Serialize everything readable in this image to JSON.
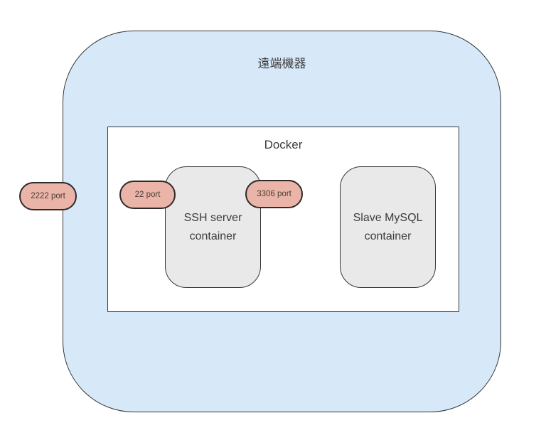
{
  "diagram": {
    "remote_machine": {
      "label": "遠端機器"
    },
    "docker": {
      "label": "Docker"
    },
    "containers": [
      {
        "id": "ssh-server-container",
        "line1": "SSH server",
        "line2": "container"
      },
      {
        "id": "slave-mysql-container",
        "line1": "Slave MySQL",
        "line2": "container"
      }
    ],
    "ports": [
      {
        "id": "port-2222",
        "label": "2222 port"
      },
      {
        "id": "port-22",
        "label": "22 port"
      },
      {
        "id": "port-3306",
        "label": "3306 port"
      }
    ],
    "colors": {
      "machine_fill": "#d7e8f8",
      "docker_fill": "#ffffff",
      "container_fill": "#e9e9e9",
      "port_fill": "#eab4a8",
      "border": "#33373a",
      "text": "#3c3c3c"
    }
  }
}
